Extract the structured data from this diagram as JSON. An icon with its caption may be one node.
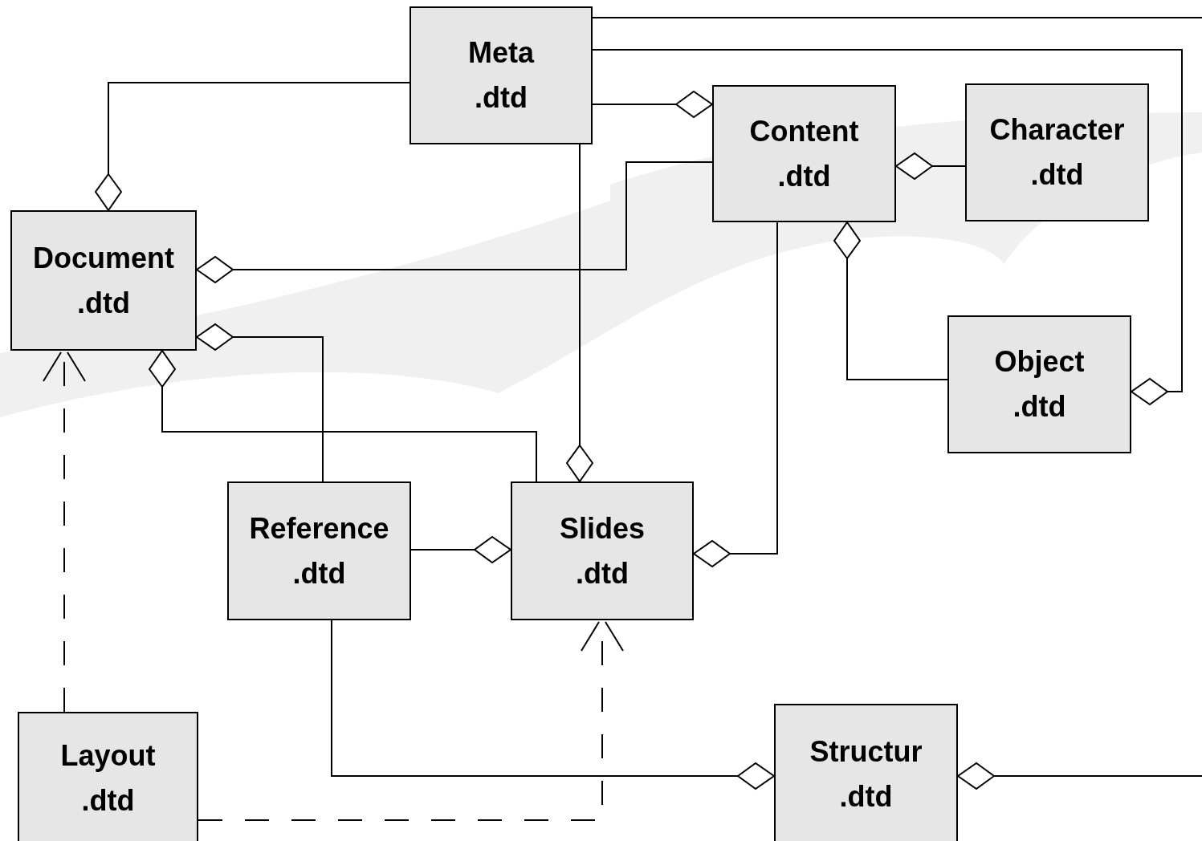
{
  "diagram": {
    "nodes": [
      {
        "text": [
          "Meta .dtd"
        ]
      },
      {
        "text": [
          "Content .dtd"
        ]
      },
      {
        "text": [
          "Character .dtd"
        ]
      },
      {
        "text": [
          "Document .dtd"
        ]
      },
      {
        "text": [
          "Object .dtd"
        ]
      },
      {
        "text": [
          "Reference .dtd"
        ]
      },
      {
        "text": [
          "Slides .dtd"
        ]
      },
      {
        "text": [
          "Layout .dtd"
        ]
      },
      {
        "text": [
          "Structur .dtd"
        ]
      }
    ],
    "edges": [
      {
        "from": 0,
        "to": 3,
        "arrow": "other"
      },
      {
        "from": 0,
        "to": null,
        "arrow": "none"
      },
      {
        "from": 0,
        "to": 4,
        "arrow": "other"
      },
      {
        "from": 0,
        "to": 1,
        "arrow": "other"
      },
      {
        "from": 0,
        "to": 6,
        "arrow": "other"
      },
      {
        "from": 1,
        "to": 3,
        "arrow": "other"
      },
      {
        "from": 2,
        "to": 1,
        "arrow": "other"
      },
      {
        "from": 4,
        "to": 1,
        "arrow": "other"
      },
      {
        "from": 1,
        "to": 6,
        "arrow": "other"
      },
      {
        "from": 5,
        "to": 3,
        "arrow": "other"
      },
      {
        "from": 6,
        "to": 3,
        "arrow": "other"
      },
      {
        "from": 5,
        "to": 6,
        "arrow": "other"
      },
      {
        "from": 5,
        "to": 8,
        "arrow": "other"
      },
      {
        "from": null,
        "to": 8,
        "arrow": "other"
      },
      {
        "from": 7,
        "to": 3,
        "arrow": "to",
        "style": "dashed"
      },
      {
        "from": 7,
        "to": 6,
        "arrow": "to",
        "style": "dashed"
      }
    ]
  }
}
